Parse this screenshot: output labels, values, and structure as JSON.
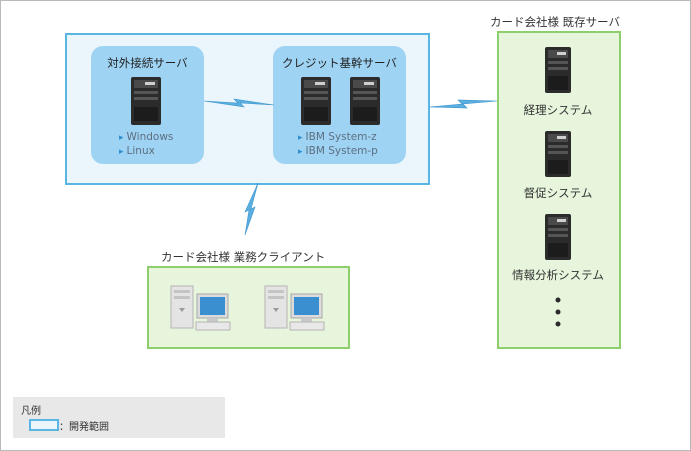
{
  "development_scope": {
    "external_server": {
      "title": "対外接続サーバ",
      "specs": [
        "Windows",
        "Linux"
      ]
    },
    "credit_core_server": {
      "title": "クレジット基幹サーバ",
      "specs": [
        "IBM System-z",
        "IBM System-p"
      ]
    }
  },
  "existing_servers": {
    "title": "カード会社様 既存サーバ",
    "systems": [
      "経理システム",
      "督促システム",
      "情報分析システム"
    ]
  },
  "business_clients": {
    "title": "カード会社様 業務クライアント"
  },
  "legend": {
    "title": "凡例",
    "item_label": "：開発範囲"
  },
  "colors": {
    "dev_scope_border": "#59b6e3",
    "dev_scope_fill": "#eaf6fc",
    "server_panel": "#9fd3f3",
    "existing_border": "#8dcf6c",
    "existing_fill": "#e6f5dc",
    "link": "#5aaee0"
  }
}
